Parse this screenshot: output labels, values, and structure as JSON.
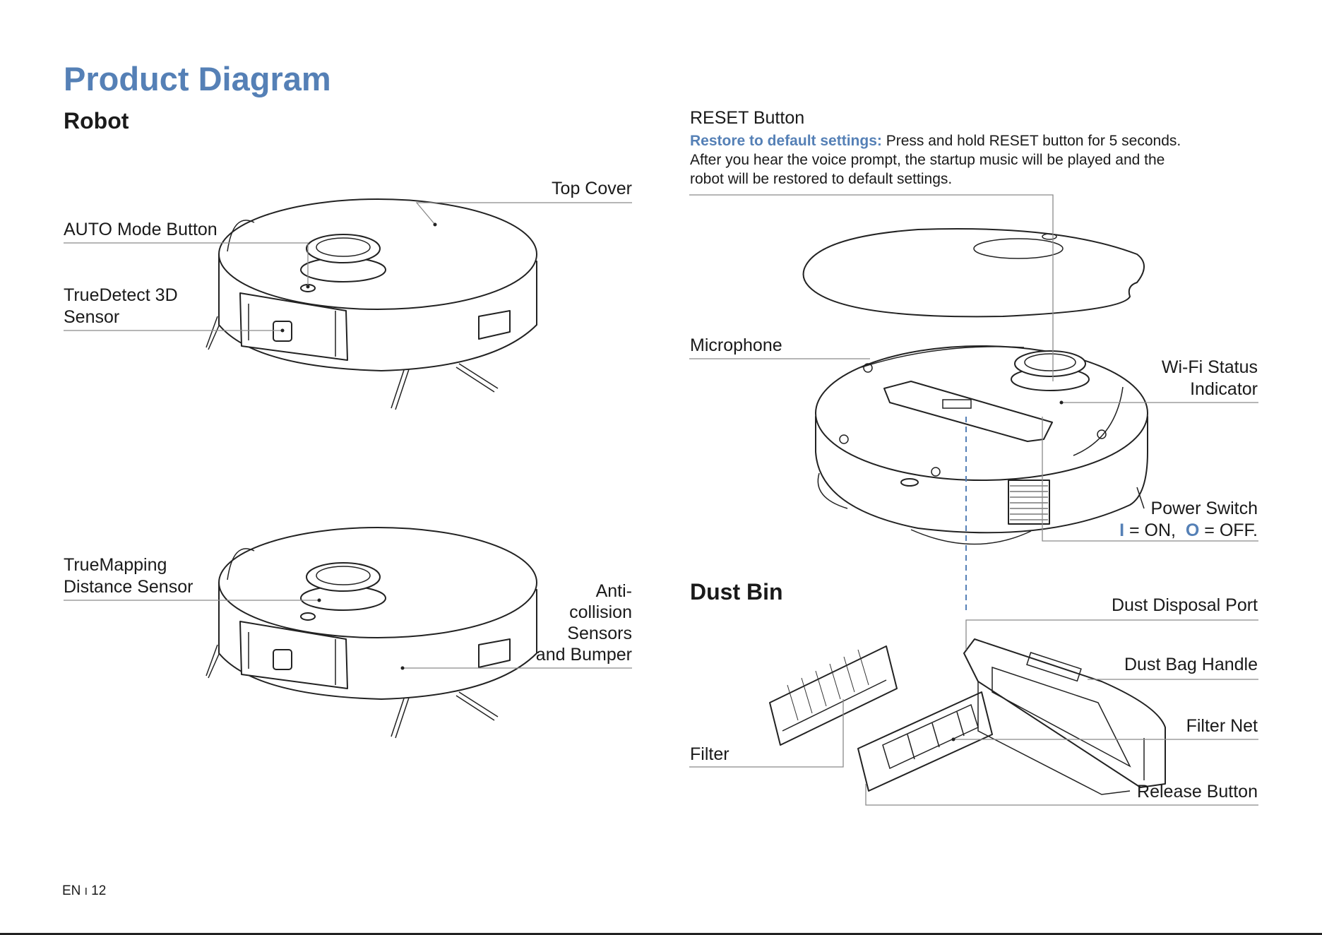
{
  "title": "Product Diagram",
  "sections": {
    "robot": "Robot",
    "dust_bin": "Dust Bin"
  },
  "labels": {
    "top_cover": "Top Cover",
    "auto_mode_button": "AUTO Mode Button",
    "truedetect_line1": "TrueDetect 3D",
    "truedetect_line2": "Sensor",
    "truemapping_line1": "TrueMapping",
    "truemapping_line2": "Distance Sensor",
    "anticollision_line1": "Anti-",
    "anticollision_line2": "collision",
    "anticollision_line3": "Sensors",
    "anticollision_line4": "and Bumper",
    "reset_button": "RESET Button",
    "microphone": "Microphone",
    "wifi_line1": "Wi-Fi Status",
    "wifi_line2": "Indicator",
    "power_switch": "Power Switch",
    "dust_disposal_port": "Dust Disposal Port",
    "dust_bag_handle": "Dust Bag Handle",
    "filter_net": "Filter Net",
    "filter": "Filter",
    "release_button": "Release Button"
  },
  "reset_info": {
    "lead": "Restore to default settings:",
    "line1_rest": " Press and hold RESET button for 5 seconds.",
    "line2": "After you hear the voice prompt, the startup music will be played and the",
    "line3": "robot will be restored to default settings."
  },
  "power_states": {
    "on_symbol": "I",
    "on_text": " = ON,",
    "off_symbol": "O",
    "off_text": " = OFF."
  },
  "footer": {
    "lang": "EN",
    "separator": "I",
    "page": "12"
  },
  "colors": {
    "accent": "#5580b6",
    "text": "#1a1a1a",
    "leader": "#8a8a8a"
  }
}
